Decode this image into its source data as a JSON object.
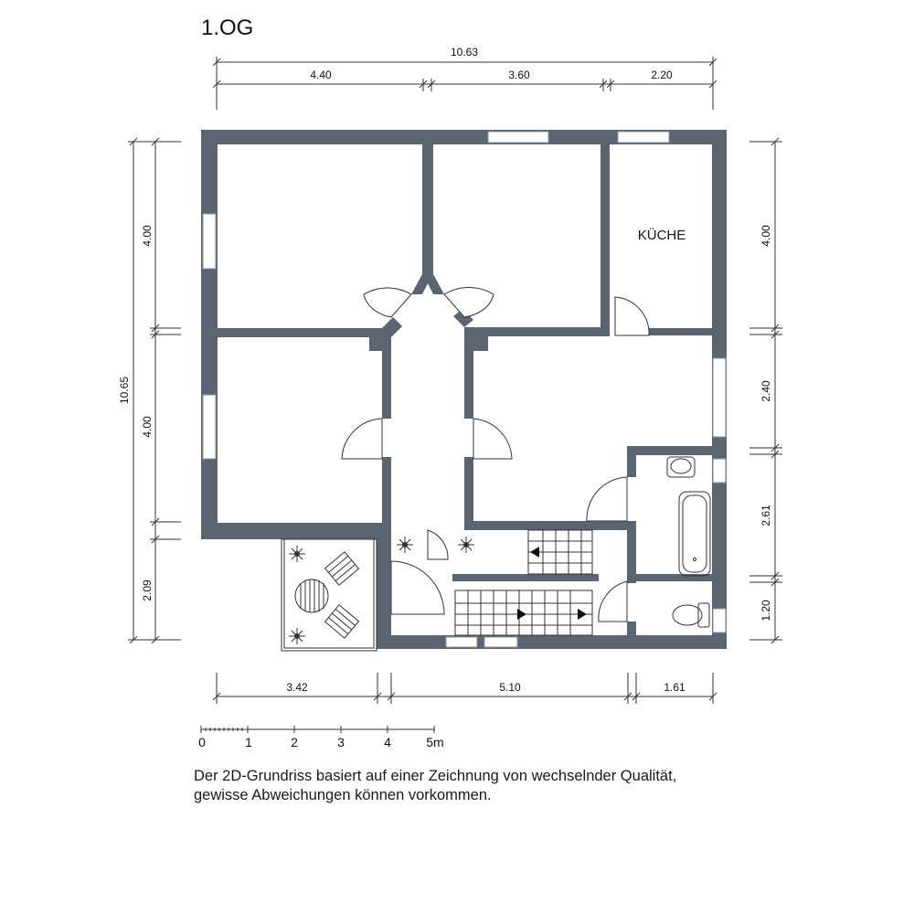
{
  "floor_title": "1.OG",
  "room_labels": {
    "kitchen": "KÜCHE"
  },
  "dimensions": {
    "top_total": "10.63",
    "top_segments": [
      "4.40",
      "3.60",
      "2.20"
    ],
    "left_total": "10.65",
    "left_segments": [
      "4.00",
      "4.00",
      "2.09"
    ],
    "right_segments": [
      "4.00",
      "2.40",
      "2.61",
      "1.20"
    ],
    "bottom_segments": [
      "3.42",
      "5.10",
      "1.61"
    ]
  },
  "scale_bar": {
    "labels": [
      "0",
      "1",
      "2",
      "3",
      "4",
      "5m"
    ]
  },
  "disclaimer": {
    "line1": "Der 2D-Grundriss basiert auf einer Zeichnung von wechselnder Qualität,",
    "line2": "gewisse Abweichungen können vorkommen."
  },
  "colors": {
    "wall": "#5b6571",
    "background": "#ffffff",
    "lines": "#333333"
  }
}
